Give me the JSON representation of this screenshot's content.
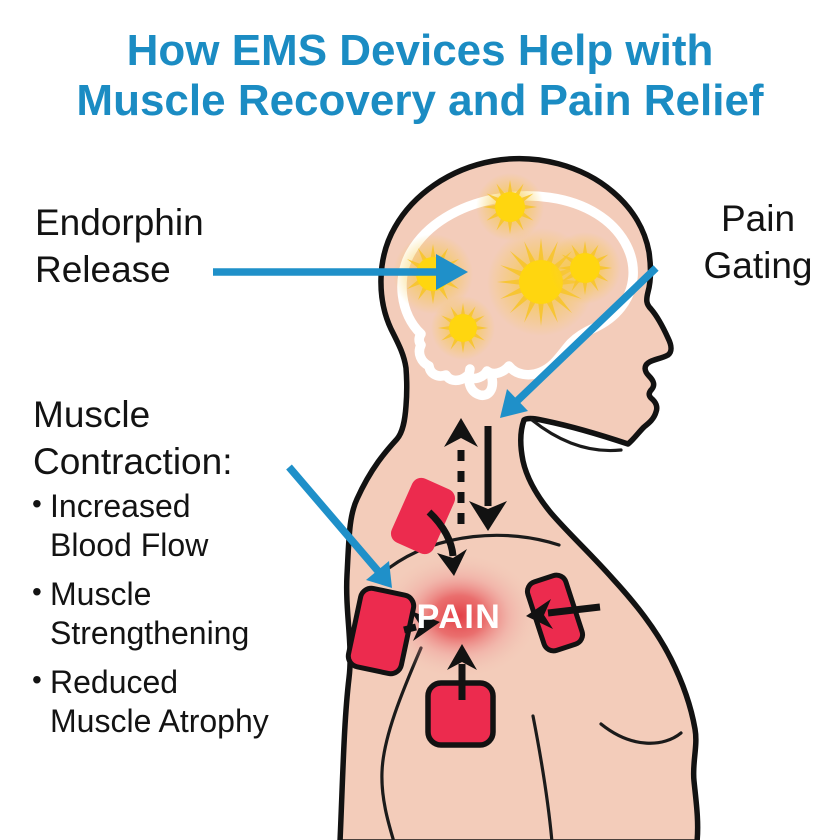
{
  "title": {
    "line1": "How EMS Devices Help with",
    "line2": "Muscle Recovery and Pain Relief"
  },
  "annotations": {
    "endorphin_release": "Endorphin\nRelease",
    "pain_gating": "Pain\nGating",
    "muscle_contraction_heading": "Muscle\nContraction:",
    "bullets": [
      "Increased\nBlood Flow",
      "Muscle\nStrengthening",
      "Reduced\nMuscle Atrophy"
    ],
    "pain_label": "PAIN"
  },
  "colors": {
    "background": "#FFFFFF",
    "title_blue": "#1B8CC3",
    "arrow_blue": "#1F90C9",
    "skin": "#F3CCBA",
    "outline_black": "#121212",
    "ems_pad_red": "#EC2B4E",
    "pain_glow_red": "#E2333C",
    "endorphin_yellow": "#FFD214",
    "brain_white": "#FFFFFF"
  }
}
